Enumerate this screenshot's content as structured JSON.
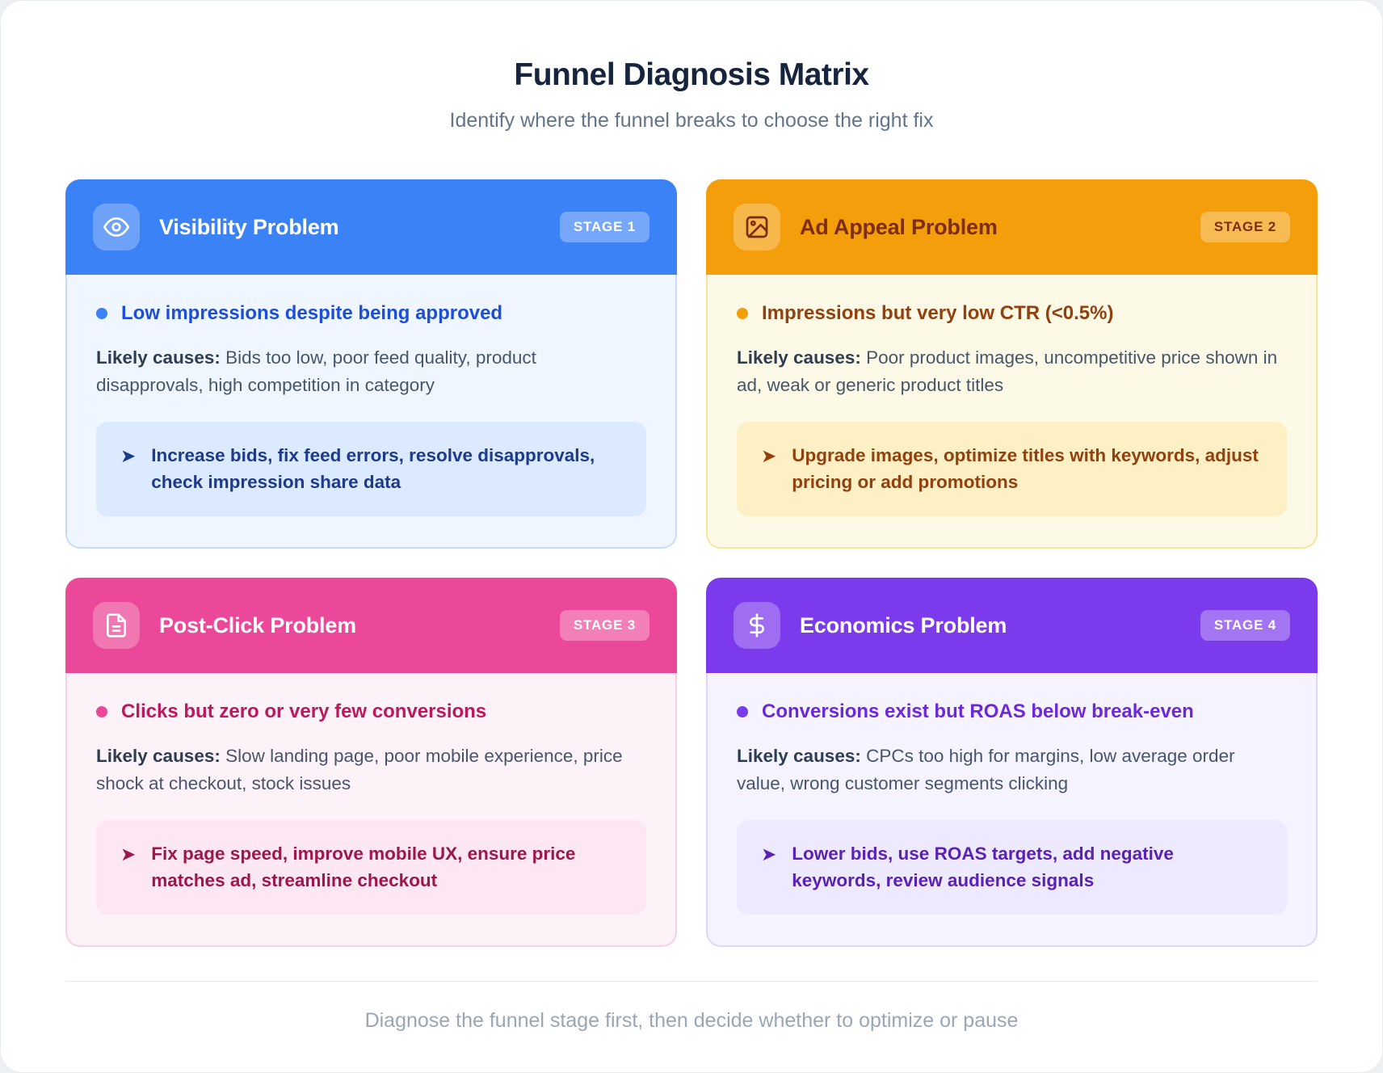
{
  "page": {
    "title": "Funnel Diagnosis Matrix",
    "subtitle": "Identify where the funnel breaks to choose the right fix",
    "footer": "Diagnose the funnel stage first, then decide whether to optimize or pause"
  },
  "labels": {
    "likely_causes": "Likely causes:",
    "arrow_glyph": "➤"
  },
  "cards": [
    {
      "title": "Visibility Problem",
      "stage": "STAGE 1",
      "icon": "eye-icon",
      "symptom": "Low impressions despite being approved",
      "causes": "Bids too low, poor feed quality, product disapprovals, high competition in category",
      "fix": "Increase bids, fix feed errors, resolve disapprovals, check impression share data",
      "colors": {
        "header": "#3b82f6",
        "header_text": "#ffffff",
        "body_bg": "#eff6ff",
        "body_border": "#c7dcfa",
        "symptom": "#1d4ed8",
        "bullet": "#3b82f6",
        "fix_bg": "#dbeafe",
        "fix_text": "#1e3a8a"
      }
    },
    {
      "title": "Ad Appeal Problem",
      "stage": "STAGE 2",
      "icon": "image-icon",
      "symptom": "Impressions but very low CTR (<0.5%)",
      "causes": "Poor product images, uncompetitive price shown in ad, weak or generic product titles",
      "fix": "Upgrade images, optimize titles with keywords, adjust pricing or add promotions",
      "colors": {
        "header": "#f59e0b",
        "header_text": "#7c2d12",
        "body_bg": "#fdf9e7",
        "body_border": "#fae3a1",
        "symptom": "#92400e",
        "bullet": "#f59e0b",
        "fix_bg": "#fdf0c5",
        "fix_text": "#92400e"
      }
    },
    {
      "title": "Post-Click Problem",
      "stage": "STAGE 3",
      "icon": "document-icon",
      "symptom": "Clicks but zero or very few conversions",
      "causes": "Slow landing page, poor mobile experience, price shock at checkout, stock issues",
      "fix": "Fix page speed, improve mobile UX, ensure price matches ad, streamline checkout",
      "colors": {
        "header": "#ec4899",
        "header_text": "#ffffff",
        "body_bg": "#fdf2f8",
        "body_border": "#f9cfe4",
        "symptom": "#be185d",
        "bullet": "#ec4899",
        "fix_bg": "#fce7f3",
        "fix_text": "#9d174d"
      }
    },
    {
      "title": "Economics Problem",
      "stage": "STAGE 4",
      "icon": "dollar-icon",
      "symptom": "Conversions exist but ROAS below break-even",
      "causes": "CPCs too high for margins, low average order value, wrong customer segments clicking",
      "fix": "Lower bids, use ROAS targets, add negative keywords, review audience signals",
      "colors": {
        "header": "#7c3aed",
        "header_text": "#ffffff",
        "body_bg": "#f5f3ff",
        "body_border": "#ddd6fa",
        "symptom": "#6d28d9",
        "bullet": "#7c3aed",
        "fix_bg": "#ede9fe",
        "fix_text": "#5b21b6"
      }
    }
  ]
}
